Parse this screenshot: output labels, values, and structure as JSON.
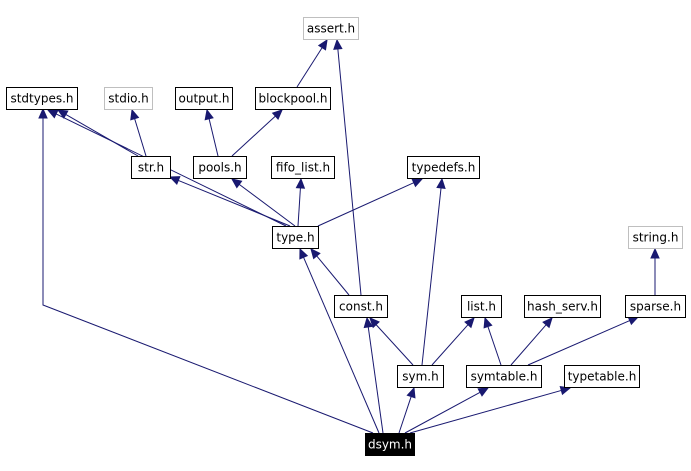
{
  "diagram": {
    "type": "include-dependency-graph",
    "colors": {
      "edge": "#191970",
      "node_border": "#000000",
      "external_border": "#bfbfbf",
      "root_fill": "#000000",
      "root_text": "#ffffff"
    },
    "nodes": [
      {
        "id": "assert",
        "label": "assert.h",
        "external": true
      },
      {
        "id": "stdtypes",
        "label": "stdtypes.h"
      },
      {
        "id": "stdio",
        "label": "stdio.h",
        "external": true
      },
      {
        "id": "output",
        "label": "output.h"
      },
      {
        "id": "blockpool",
        "label": "blockpool.h"
      },
      {
        "id": "str",
        "label": "str.h"
      },
      {
        "id": "pools",
        "label": "pools.h"
      },
      {
        "id": "fifo_list",
        "label": "fifo_list.h"
      },
      {
        "id": "typedefs",
        "label": "typedefs.h"
      },
      {
        "id": "type",
        "label": "type.h"
      },
      {
        "id": "string",
        "label": "string.h",
        "external": true
      },
      {
        "id": "const",
        "label": "const.h"
      },
      {
        "id": "list",
        "label": "list.h"
      },
      {
        "id": "hash_serv",
        "label": "hash_serv.h"
      },
      {
        "id": "sparse",
        "label": "sparse.h"
      },
      {
        "id": "sym",
        "label": "sym.h"
      },
      {
        "id": "symtable",
        "label": "symtable.h"
      },
      {
        "id": "typetable",
        "label": "typetable.h"
      },
      {
        "id": "dsym",
        "label": "dsym.h",
        "root": true
      }
    ],
    "edges": [
      {
        "from": "dsym",
        "to": "stdtypes"
      },
      {
        "from": "dsym",
        "to": "type"
      },
      {
        "from": "dsym",
        "to": "const"
      },
      {
        "from": "dsym",
        "to": "sym"
      },
      {
        "from": "dsym",
        "to": "symtable"
      },
      {
        "from": "dsym",
        "to": "typetable"
      },
      {
        "from": "blockpool",
        "to": "assert"
      },
      {
        "from": "str",
        "to": "stdtypes"
      },
      {
        "from": "str",
        "to": "stdio"
      },
      {
        "from": "pools",
        "to": "output"
      },
      {
        "from": "pools",
        "to": "blockpool"
      },
      {
        "from": "type",
        "to": "stdtypes"
      },
      {
        "from": "type",
        "to": "str"
      },
      {
        "from": "type",
        "to": "pools"
      },
      {
        "from": "type",
        "to": "fifo_list"
      },
      {
        "from": "type",
        "to": "typedefs"
      },
      {
        "from": "const",
        "to": "assert"
      },
      {
        "from": "const",
        "to": "type"
      },
      {
        "from": "sym",
        "to": "typedefs"
      },
      {
        "from": "sym",
        "to": "const"
      },
      {
        "from": "sym",
        "to": "list"
      },
      {
        "from": "symtable",
        "to": "list"
      },
      {
        "from": "symtable",
        "to": "hash_serv"
      },
      {
        "from": "symtable",
        "to": "sparse"
      },
      {
        "from": "sparse",
        "to": "string"
      }
    ]
  }
}
